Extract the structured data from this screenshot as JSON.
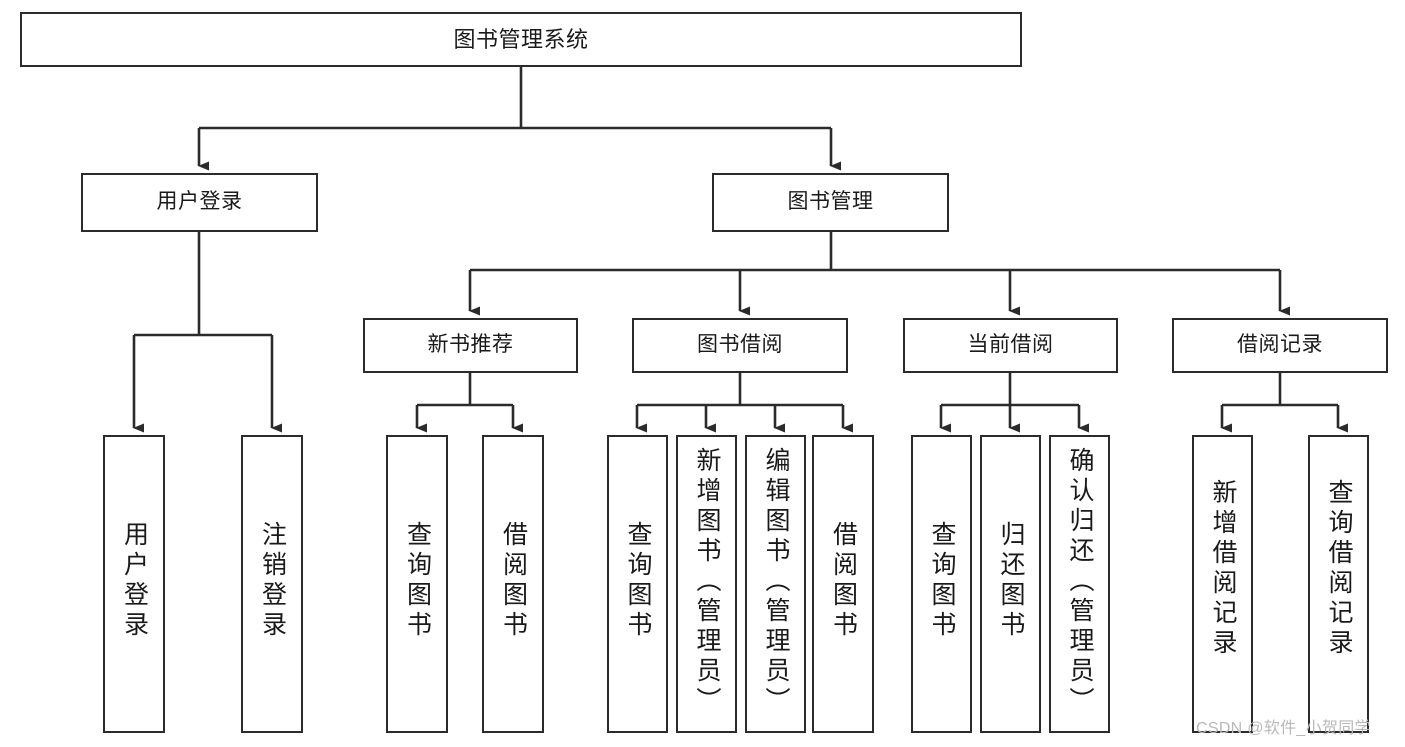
{
  "diagram": {
    "title": "图书管理系统",
    "type": "tree-hierarchy-chart",
    "root": {
      "id": "root",
      "label": "图书管理系统"
    },
    "level1": [
      {
        "id": "user-login",
        "label": "用户登录"
      },
      {
        "id": "book-manage",
        "label": "图书管理"
      }
    ],
    "level2": [
      {
        "id": "new-book-recommend",
        "label": "新书推荐",
        "parent": "book-manage"
      },
      {
        "id": "book-borrow",
        "label": "图书借阅",
        "parent": "book-manage"
      },
      {
        "id": "current-borrow",
        "label": "当前借阅",
        "parent": "book-manage"
      },
      {
        "id": "borrow-record",
        "label": "借阅记录",
        "parent": "book-manage"
      }
    ],
    "leaves": {
      "user_login": [
        {
          "id": "leaf-user-login",
          "label": "用户登录"
        },
        {
          "id": "leaf-logout-login",
          "label": "注销登录"
        }
      ],
      "new_book_recommend": [
        {
          "id": "leaf-query-book-1",
          "label": "查询图书"
        },
        {
          "id": "leaf-borrow-book-1",
          "label": "借阅图书"
        }
      ],
      "book_borrow": [
        {
          "id": "leaf-query-book-2",
          "label": "查询图书"
        },
        {
          "id": "leaf-add-book",
          "label": "新增图书（管理员）"
        },
        {
          "id": "leaf-edit-book",
          "label": "编辑图书（管理员）"
        },
        {
          "id": "leaf-borrow-book-2",
          "label": "借阅图书"
        }
      ],
      "current_borrow": [
        {
          "id": "leaf-query-book-3",
          "label": "查询图书"
        },
        {
          "id": "leaf-return-book",
          "label": "归还图书"
        },
        {
          "id": "leaf-confirm-return",
          "label": "确认归还（管理员）"
        }
      ],
      "borrow_record": [
        {
          "id": "leaf-add-record",
          "label": "新增借阅记录"
        },
        {
          "id": "leaf-query-record",
          "label": "查询借阅记录"
        }
      ]
    }
  },
  "watermark": {
    "text": "CSDN @软件_小贺同学"
  },
  "colors": {
    "stroke": "#2b2b2b",
    "fill": "#ffffff",
    "text": "#1a1a1a",
    "watermark": "#b9b9b9"
  }
}
